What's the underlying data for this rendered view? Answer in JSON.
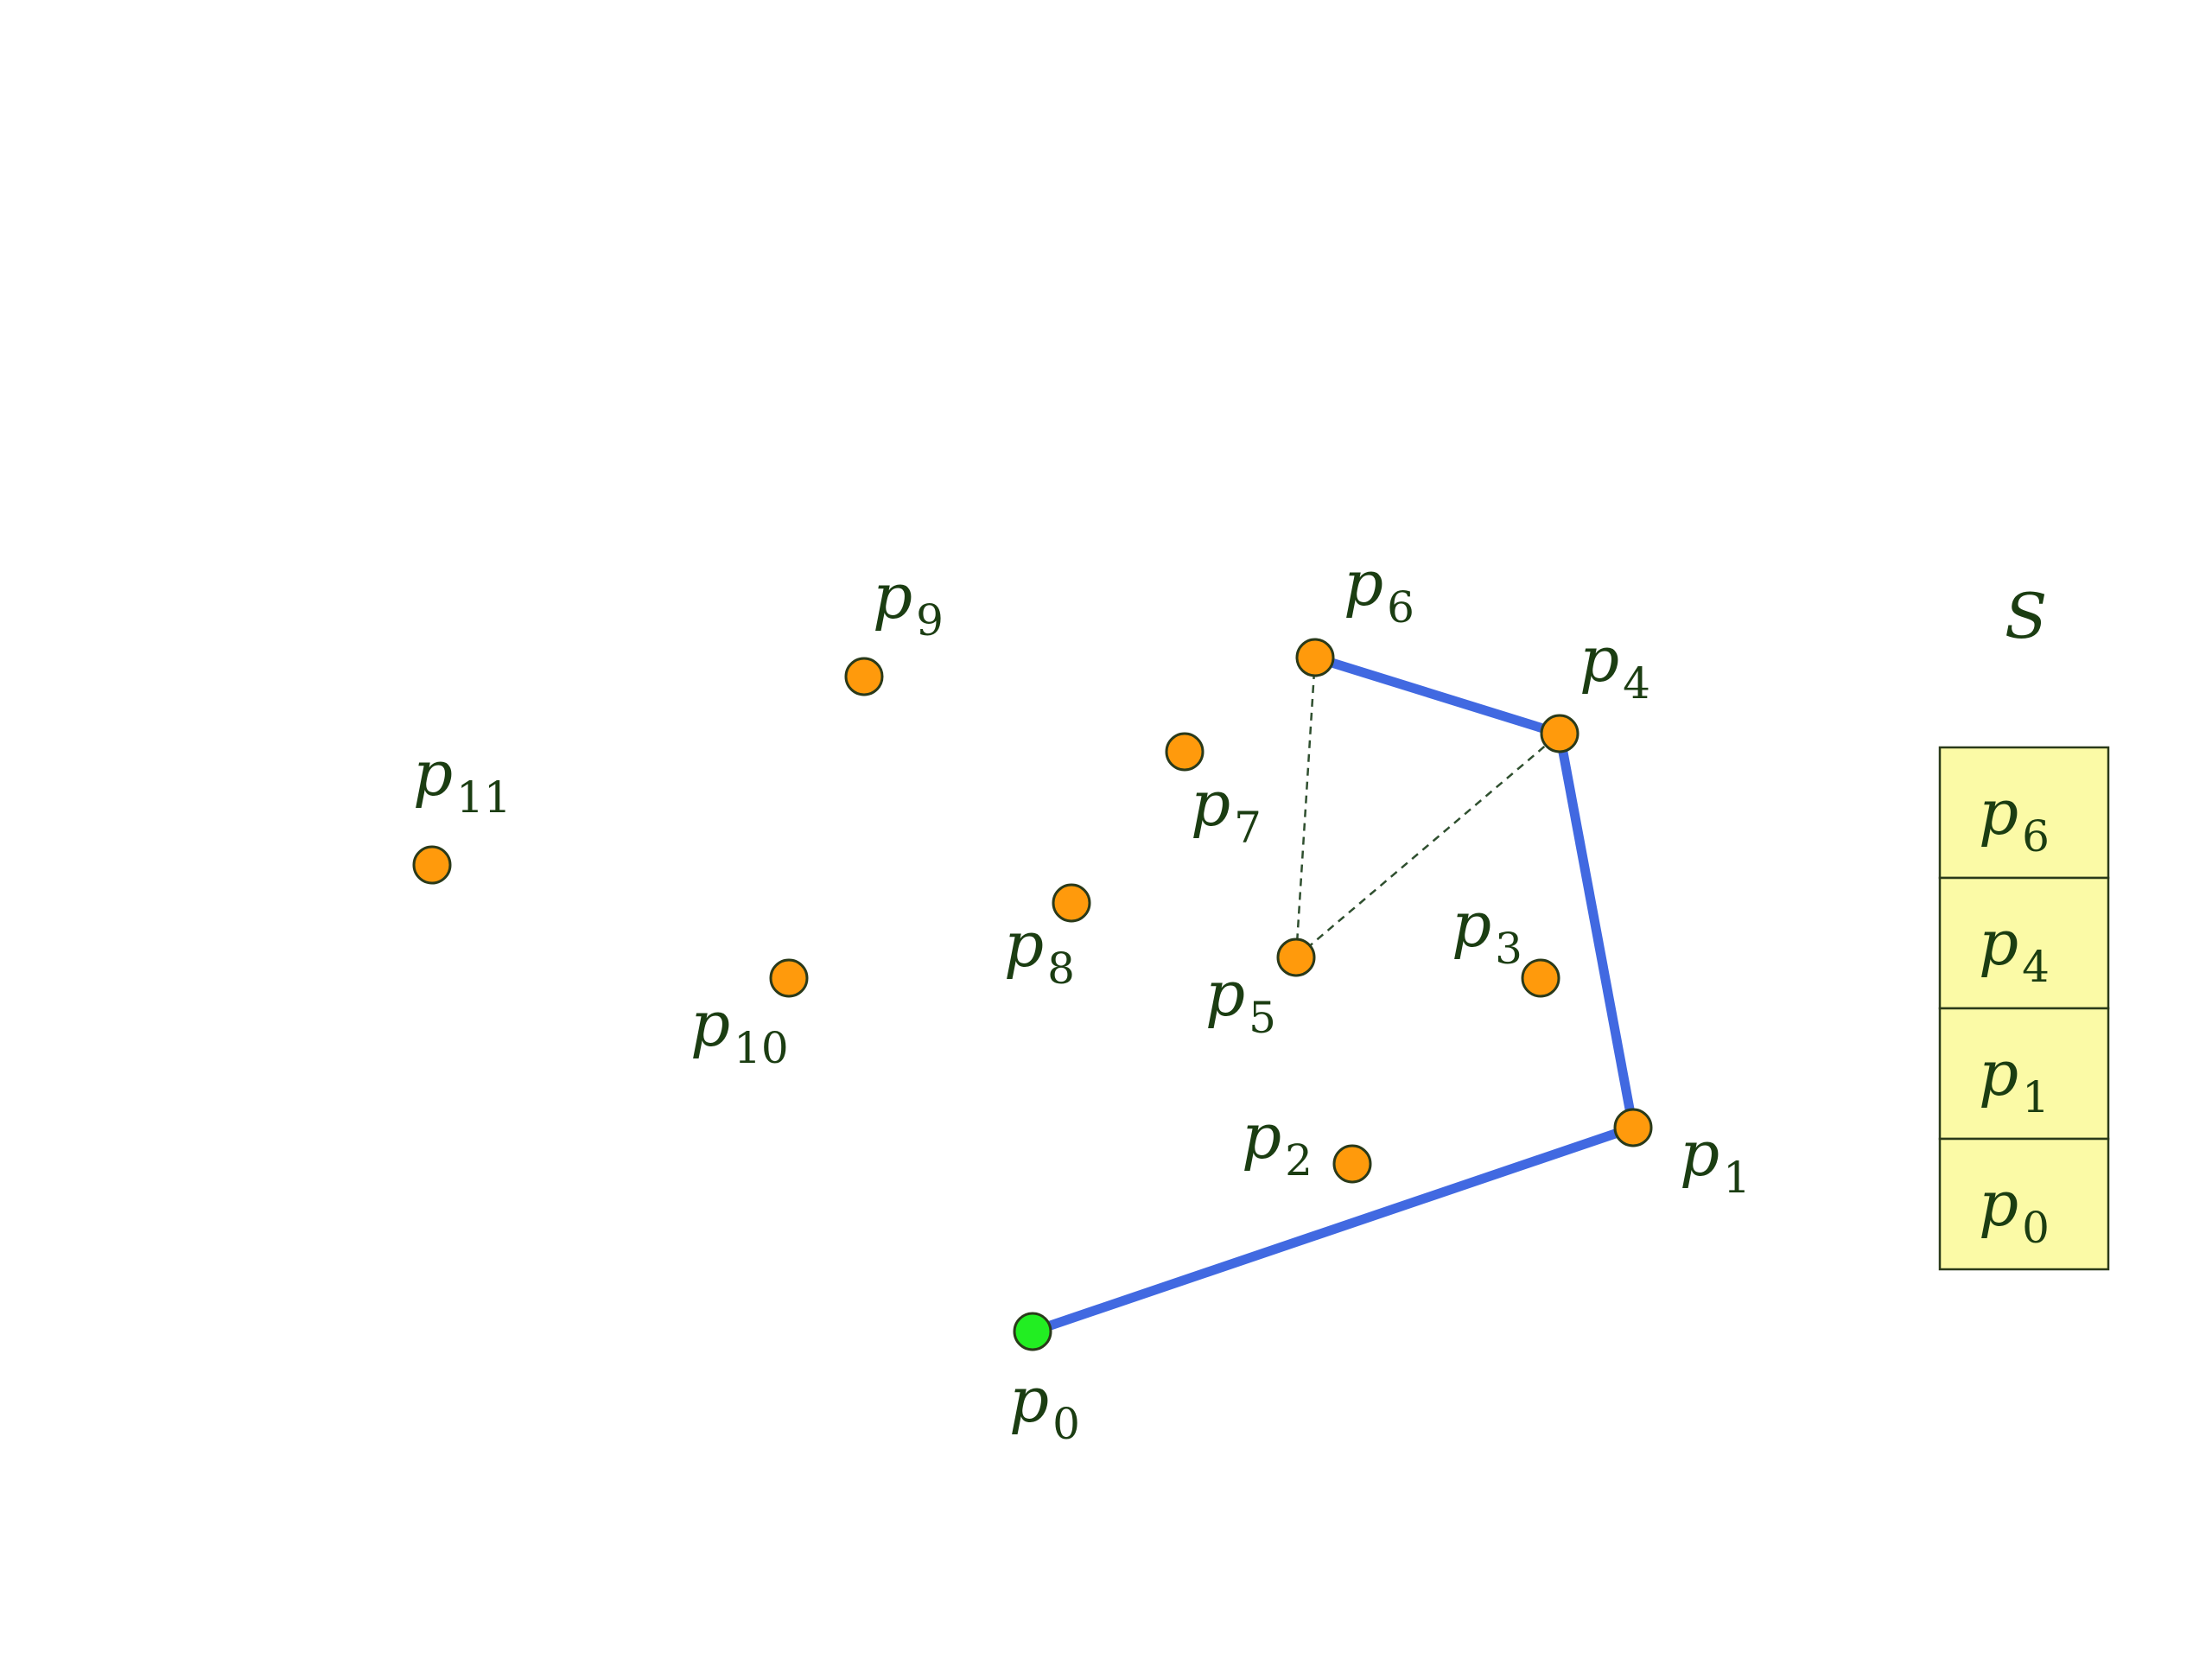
{
  "colors": {
    "point": "#ff9a0c",
    "start_point": "#22ee22",
    "hull_edge": "#4169e1",
    "stack_fill": "#fbfaa6",
    "label": "#1b3d12"
  },
  "points": [
    {
      "id": "p0",
      "base": "p",
      "sub": "0",
      "start": true
    },
    {
      "id": "p1",
      "base": "p",
      "sub": "1"
    },
    {
      "id": "p2",
      "base": "p",
      "sub": "2"
    },
    {
      "id": "p3",
      "base": "p",
      "sub": "3"
    },
    {
      "id": "p4",
      "base": "p",
      "sub": "4"
    },
    {
      "id": "p5",
      "base": "p",
      "sub": "5"
    },
    {
      "id": "p6",
      "base": "p",
      "sub": "6"
    },
    {
      "id": "p7",
      "base": "p",
      "sub": "7"
    },
    {
      "id": "p8",
      "base": "p",
      "sub": "8"
    },
    {
      "id": "p9",
      "base": "p",
      "sub": "9"
    },
    {
      "id": "p10",
      "base": "p",
      "sub": "10"
    },
    {
      "id": "p11",
      "base": "p",
      "sub": "11"
    }
  ],
  "hull_edges": [
    [
      "p0",
      "p1"
    ],
    [
      "p1",
      "p4"
    ],
    [
      "p4",
      "p6"
    ]
  ],
  "candidate_edges": [
    [
      "p6",
      "p5"
    ],
    [
      "p5",
      "p4"
    ]
  ],
  "stack": {
    "title": "S",
    "items": [
      {
        "base": "p",
        "sub": "6"
      },
      {
        "base": "p",
        "sub": "4"
      },
      {
        "base": "p",
        "sub": "1"
      },
      {
        "base": "p",
        "sub": "0"
      }
    ]
  }
}
